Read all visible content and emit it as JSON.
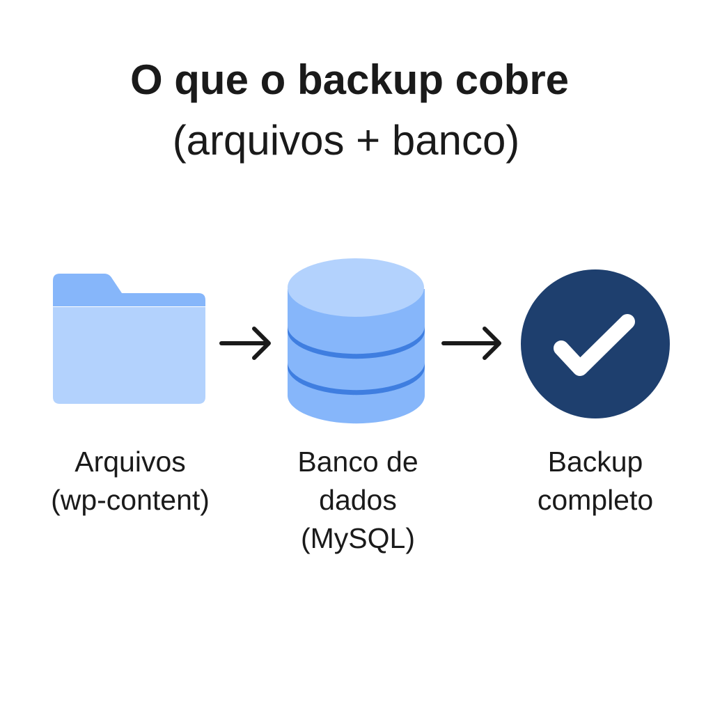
{
  "title": {
    "line1": "O que o backup cobre",
    "line2": "(arquivos + banco)"
  },
  "steps": [
    {
      "icon": "folder-icon",
      "lines": [
        "Arquivos",
        "(wp-content)"
      ]
    },
    {
      "icon": "database-icon",
      "lines": [
        "Banco de",
        "dados",
        "(MySQL)"
      ]
    },
    {
      "icon": "checkmark-circle-icon",
      "lines": [
        "Backup",
        "completo"
      ]
    }
  ],
  "colors": {
    "folder_back": "#86b6fa",
    "folder_front": "#b3d2fd",
    "db_body": "#86b6fa",
    "db_top": "#b3d2fd",
    "db_band": "#3f7ee0",
    "check_circle": "#1e3f6e",
    "arrow": "#1a1a1a"
  }
}
